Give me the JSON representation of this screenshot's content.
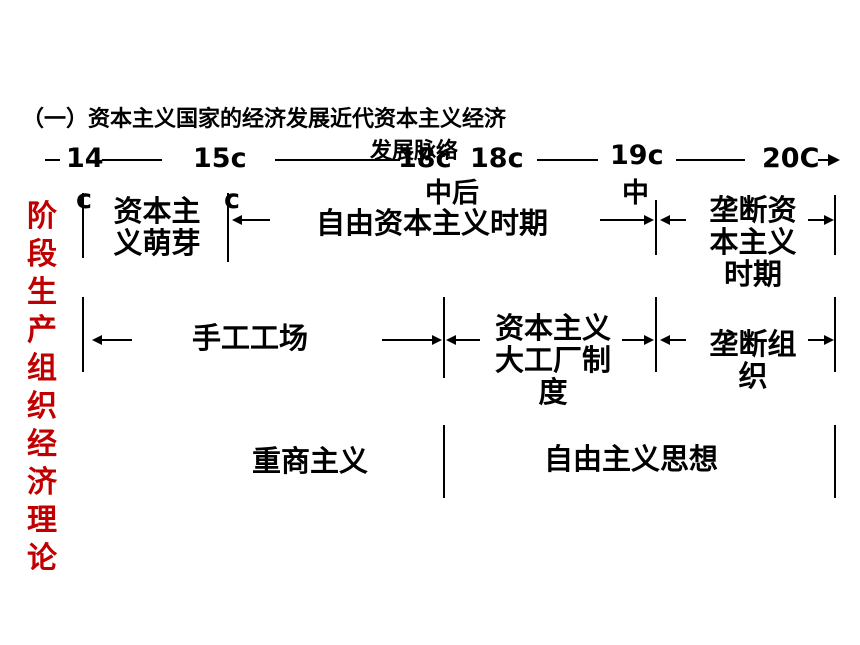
{
  "title_line1": "（一）资本主义国家的经济发展近代资本主义经济",
  "title_line2": "发展脉络",
  "timeline": {
    "t14": "14",
    "t15": "15c",
    "t18a": "18c",
    "t18b": "18c",
    "t19": "19c",
    "t20": "20C",
    "c_under14": "c",
    "c_under15": "c",
    "zhonghou": "中后",
    "zhong": "中"
  },
  "stages": {
    "sprout": "资本主义萌芽",
    "free": "自由资本主义时期",
    "monopoly": "垄断资本主义时期"
  },
  "production": {
    "manual": "手工工场",
    "factory": "资本主义大工厂制度",
    "monopoly_org": "垄断组织"
  },
  "theory": {
    "mercantilism": "重商主义",
    "liberalism": "自由主义思想"
  },
  "side_label": "阶段生产组织经济理论"
}
